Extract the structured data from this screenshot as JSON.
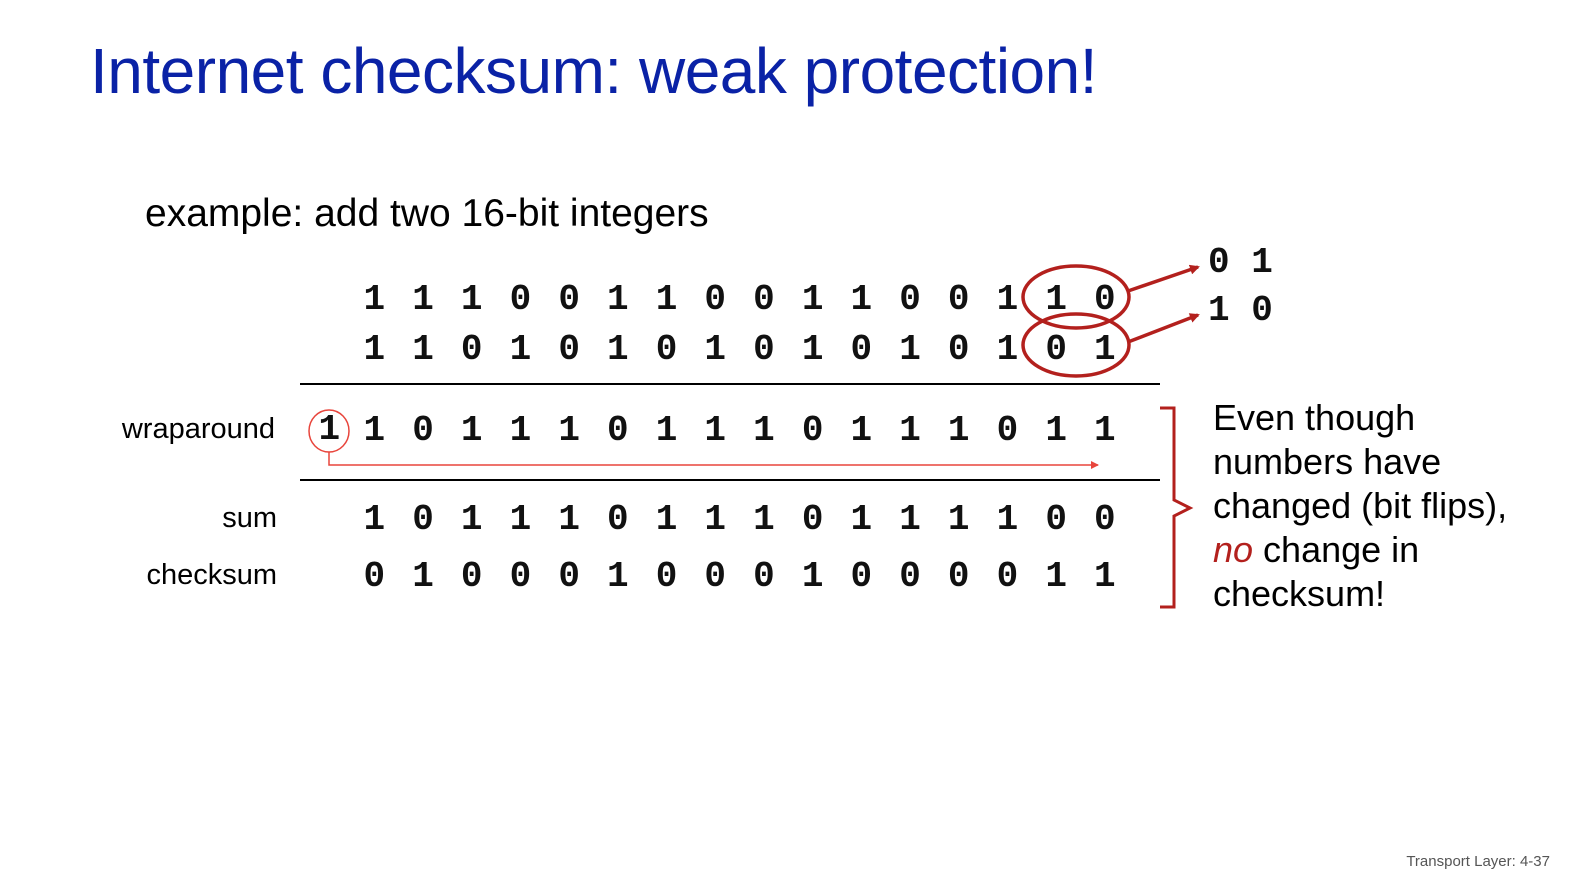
{
  "title": "Internet checksum: weak protection!",
  "subtitle": "example: add two 16-bit integers",
  "rows": {
    "a": "1110011001100110",
    "b": "1101010101010101",
    "wraparound": "1011101110111011",
    "sum": "1011101110111100",
    "checksum": "0100010001000011"
  },
  "carry_bit": "1",
  "labels": {
    "wraparound": "wraparound",
    "sum": "sum",
    "checksum": "checksum"
  },
  "flipped_bits": {
    "row_a": "0 1",
    "row_b": "1 0"
  },
  "note": {
    "before": "Even though numbers have changed (bit flips), ",
    "emphasis": "no",
    "after": " change in checksum!"
  },
  "footer": "Transport Layer: 4-37",
  "colors": {
    "title": "#0a22a6",
    "highlight": "#b3201d",
    "wraparound_arrow": "#e8453c"
  }
}
